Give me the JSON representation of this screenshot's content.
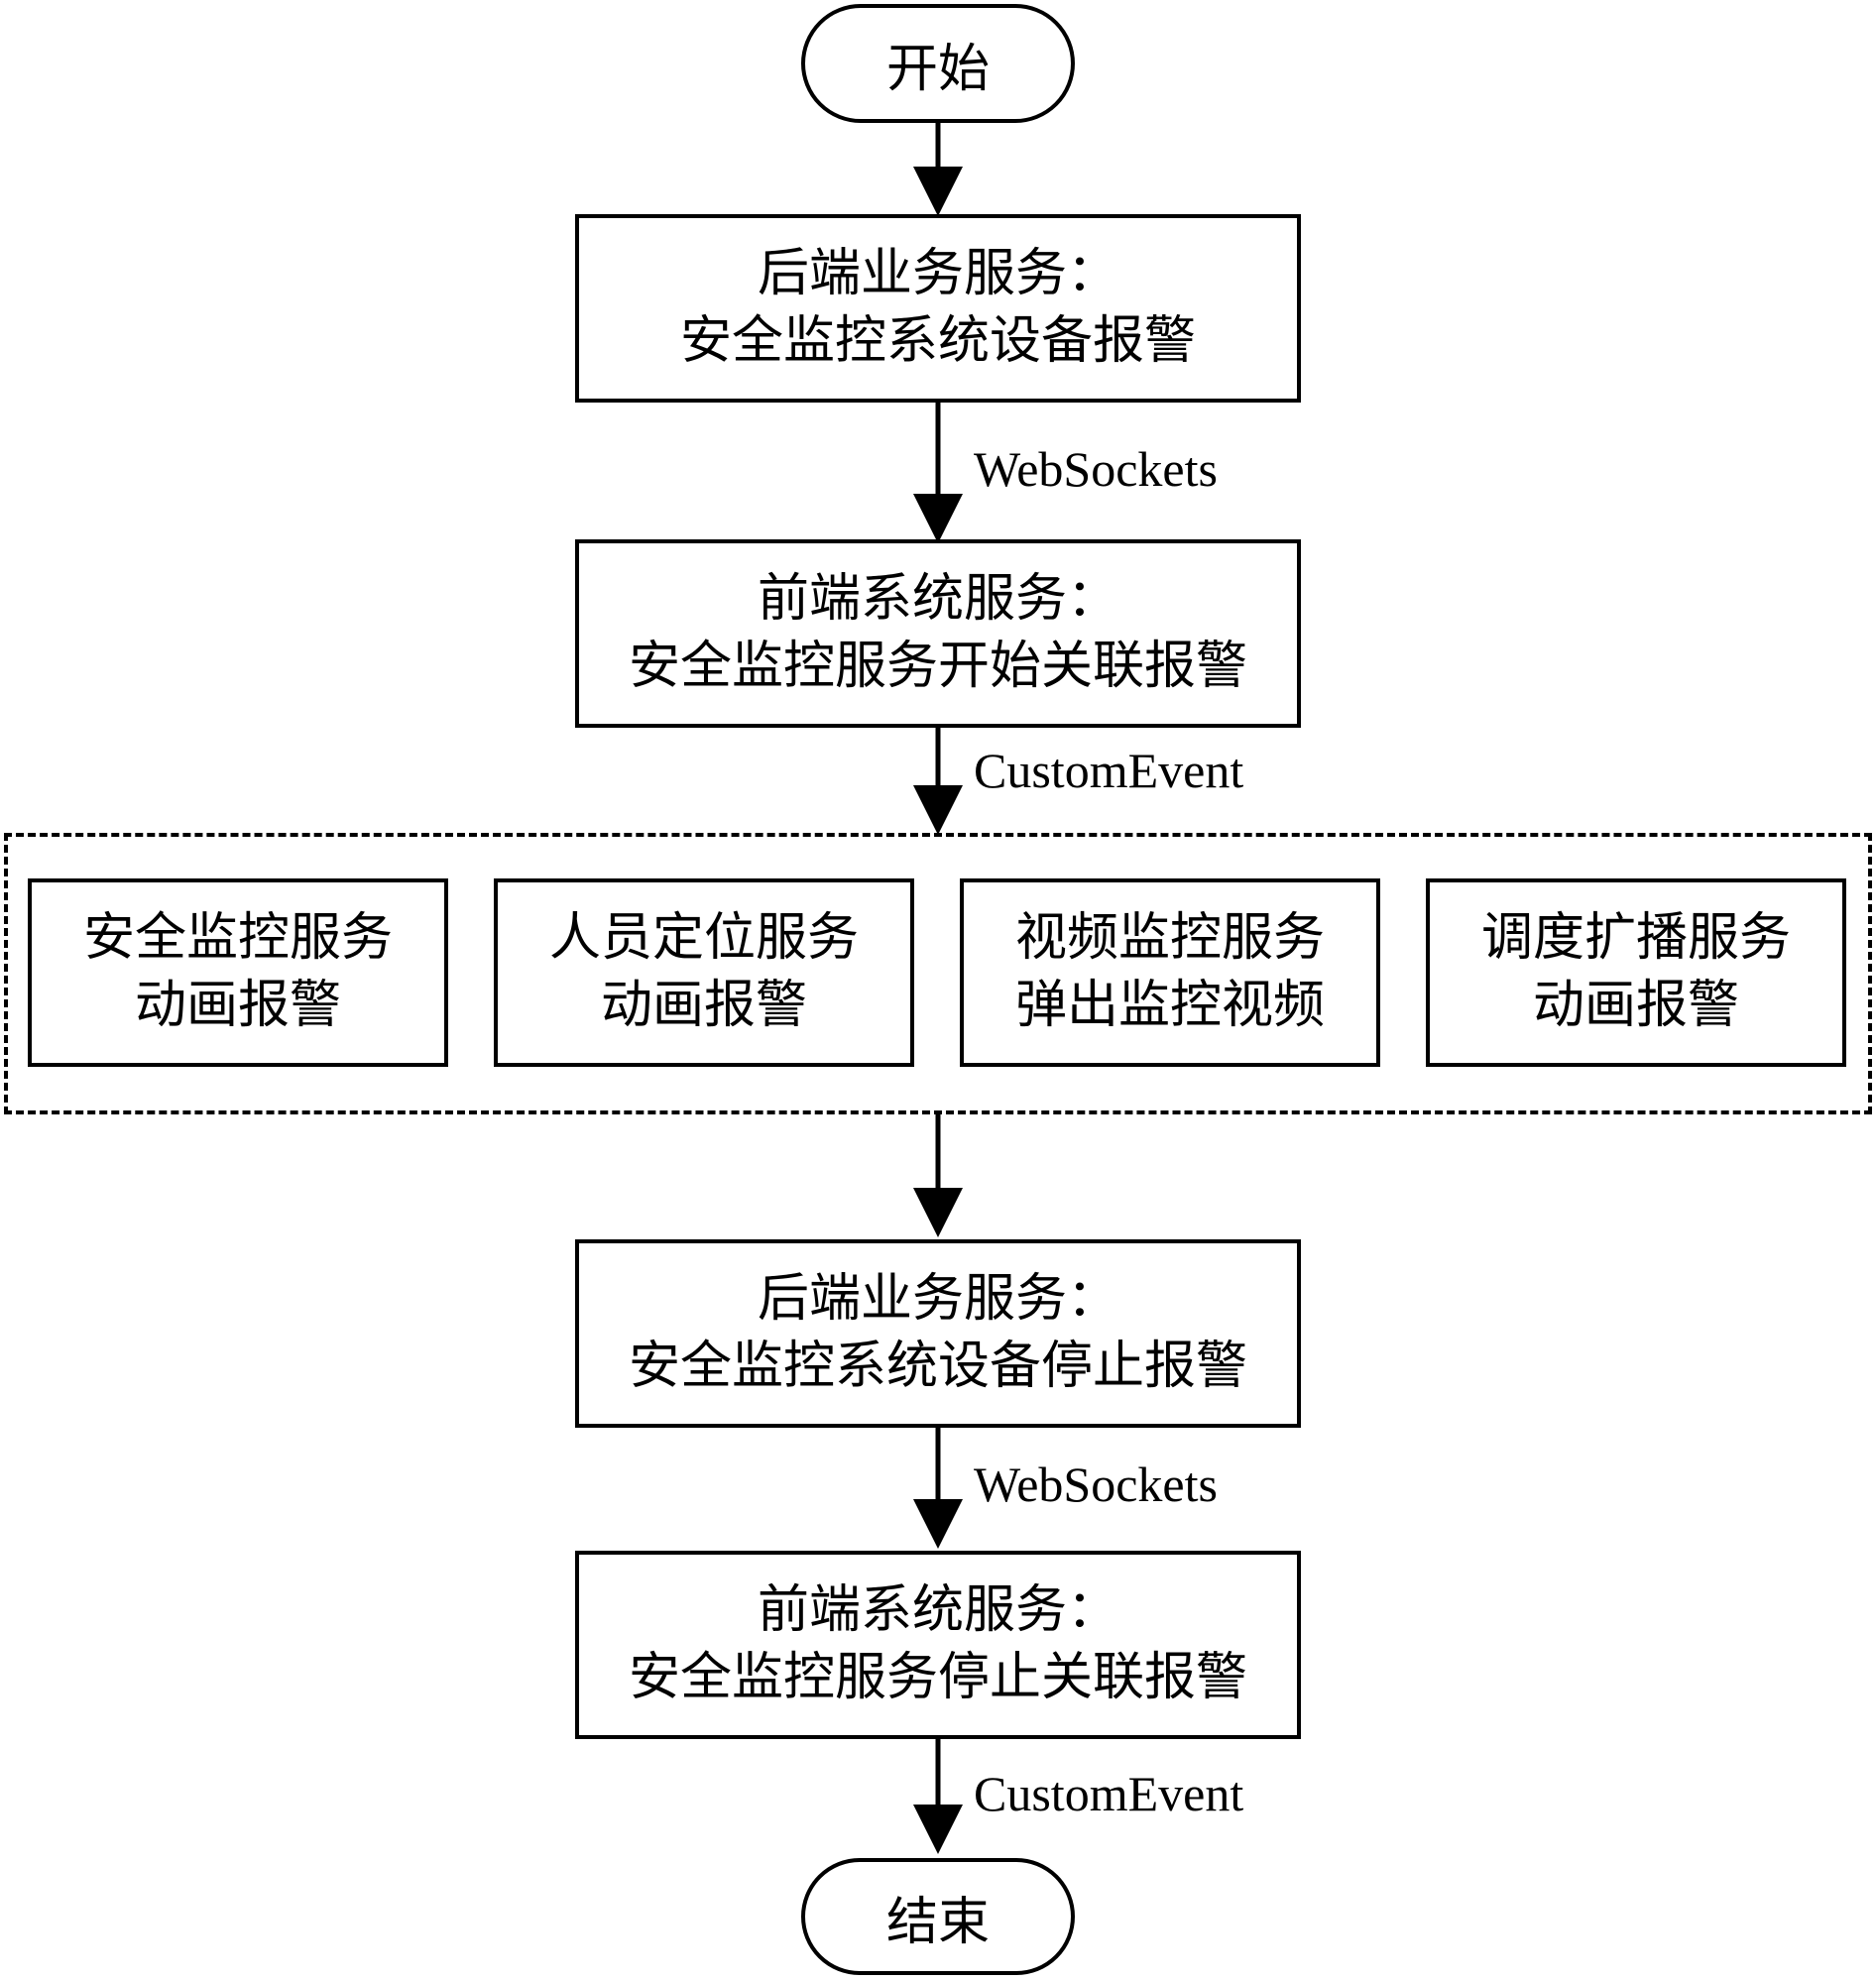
{
  "nodes": {
    "start": "开始",
    "step1": [
      "后端业务服务：",
      "安全监控系统设备报警"
    ],
    "step2": [
      "前端系统服务：",
      "安全监控服务开始关联报警"
    ],
    "parallel": [
      [
        "安全监控服务",
        "动画报警"
      ],
      [
        "人员定位服务",
        "动画报警"
      ],
      [
        "视频监控服务",
        "弹出监控视频"
      ],
      [
        "调度扩播服务",
        "动画报警"
      ]
    ],
    "step3": [
      "后端业务服务：",
      "安全监控系统设备停止报警"
    ],
    "step4": [
      "前端系统服务：",
      "安全监控服务停止关联报警"
    ],
    "end": "结束"
  },
  "edges": {
    "e1": "WebSockets",
    "e2": "CustomEvent",
    "e3": "WebSockets",
    "e4": "CustomEvent"
  }
}
